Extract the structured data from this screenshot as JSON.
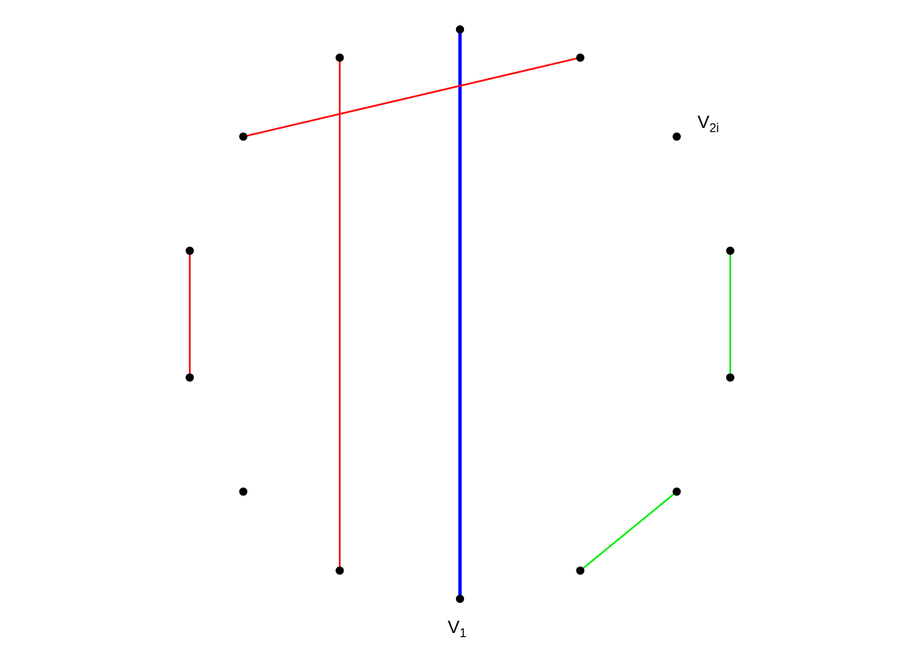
{
  "diagram": {
    "vertex_count": 14,
    "colors": {
      "vertex": "#000000",
      "red_edge": "#ff0000",
      "green_edge": "#00ee00",
      "blue_edge": "#0000ff"
    },
    "edges": [
      {
        "from": 0,
        "to": 7,
        "color": "#0000ff",
        "style": "thick"
      },
      {
        "from": 1,
        "to": 2,
        "color": "#00ee00",
        "style": "normal"
      },
      {
        "from": 3,
        "to": 4,
        "color": "#00ee00",
        "style": "normal"
      },
      {
        "from": 6,
        "to": 9,
        "color": "#ff0000",
        "style": "normal"
      },
      {
        "from": 8,
        "to": 13,
        "color": "#ff0000",
        "style": "normal"
      },
      {
        "from": 10,
        "to": 11,
        "color": "#ff0000",
        "style": "normal"
      },
      {
        "from": 12,
        "to": 0,
        "color": "#ff0000",
        "style": "none"
      }
    ],
    "labels": [
      {
        "vertex": 0,
        "main": "V",
        "sub": "1"
      },
      {
        "vertex": 5,
        "main": "V",
        "sub": "2i"
      }
    ]
  }
}
